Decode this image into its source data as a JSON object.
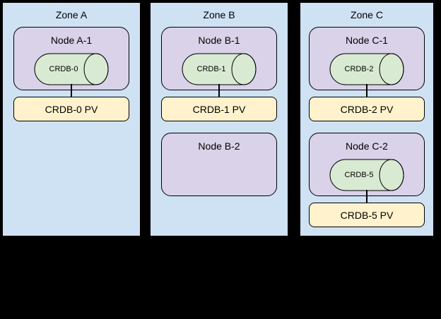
{
  "diagram": {
    "background_color": "#000000",
    "colors": {
      "background": "#000000",
      "zone_fill": "#cfe2f3",
      "node_fill": "#d9d2e9",
      "pod_fill": "#d9ead3",
      "pv_fill": "#fff2cc",
      "stroke": "#000000",
      "text": "#000000"
    },
    "zones": [
      {
        "label": "Zone A",
        "nodes": [
          {
            "label": "Node A-1",
            "pod": "CRDB-0",
            "pv": "CRDB-0 PV"
          }
        ]
      },
      {
        "label": "Zone B",
        "nodes": [
          {
            "label": "Node B-1",
            "pod": "CRDB-1",
            "pv": "CRDB-1 PV"
          },
          {
            "label": "Node B-2"
          }
        ]
      },
      {
        "label": "Zone C",
        "nodes": [
          {
            "label": "Node C-1",
            "pod": "CRDB-2",
            "pv": "CRDB-2 PV"
          },
          {
            "label": "Node C-2",
            "pod": "CRDB-5",
            "pv": "CRDB-5 PV"
          }
        ]
      }
    ]
  }
}
